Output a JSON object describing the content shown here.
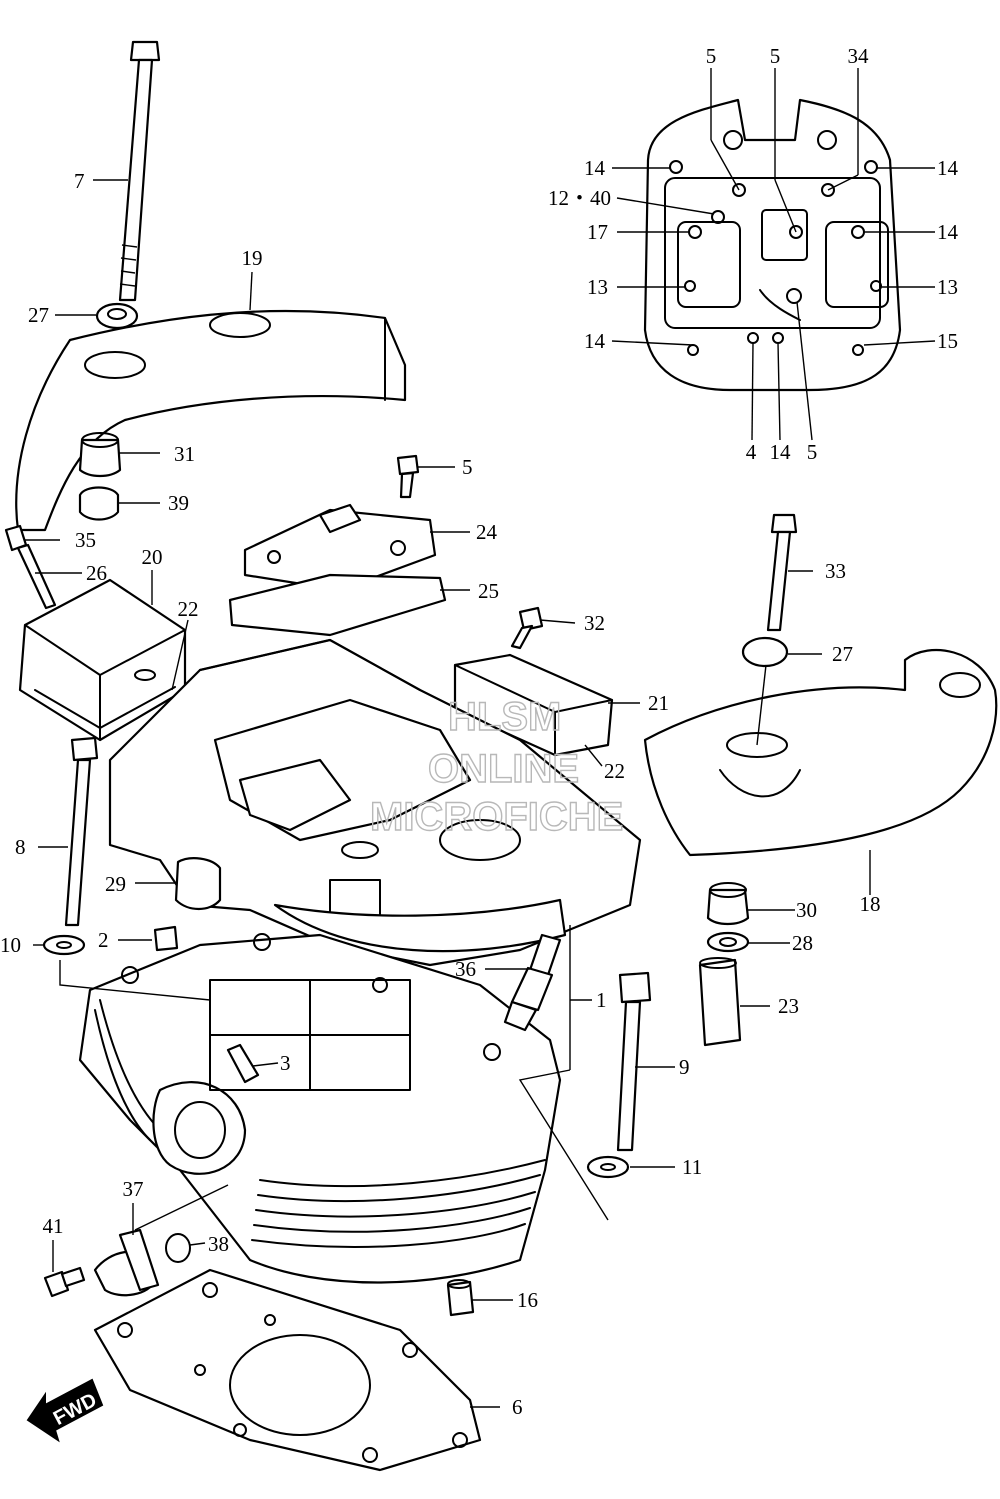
{
  "diagram": {
    "labels": {
      "l1": "1",
      "l2": "2",
      "l3": "3",
      "l4": "4",
      "l5a": "5",
      "l5b": "5",
      "l5c": "5",
      "l5d": "5",
      "l6": "6",
      "l7": "7",
      "l8": "8",
      "l9": "9",
      "l10": "10",
      "l11": "11",
      "l12_40": "12・40",
      "l13a": "13",
      "l13b": "13",
      "l14a": "14",
      "l14b": "14",
      "l14c": "14",
      "l14d": "14",
      "l14e": "14",
      "l15": "15",
      "l16": "16",
      "l17": "17",
      "l18": "18",
      "l19": "19",
      "l20": "20",
      "l21": "21",
      "l22a": "22",
      "l22b": "22",
      "l23": "23",
      "l24": "24",
      "l25": "25",
      "l26": "26",
      "l27a": "27",
      "l27b": "27",
      "l28": "28",
      "l29": "29",
      "l30": "30",
      "l31": "31",
      "l32": "32",
      "l33": "33",
      "l34": "34",
      "l35": "35",
      "l36": "36",
      "l37": "37",
      "l38": "38",
      "l39": "39",
      "l41": "41"
    },
    "fwd_label": "FWD",
    "watermark": {
      "line1": "HLSM",
      "line2": "ONLINE",
      "line3": "MICROFICHE"
    }
  }
}
